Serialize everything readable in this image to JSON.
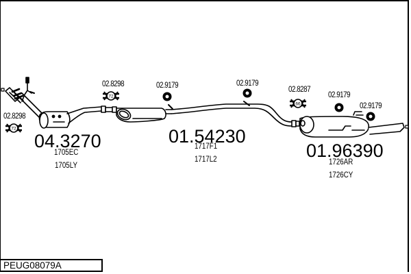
{
  "diagram": {
    "title_code": "PEUG08079A",
    "parts": [
      {
        "id": "catalytic-converter",
        "part_number": "04.3270",
        "refs": [
          "1705EC",
          "1705LY"
        ]
      },
      {
        "id": "middle-silencer",
        "part_number": "01.54230",
        "refs": [
          "1717F1",
          "1717L2"
        ]
      },
      {
        "id": "rear-silencer",
        "part_number": "01.96390",
        "refs": [
          "1726AR",
          "1726CY"
        ]
      }
    ],
    "accessories": [
      {
        "id": "clamp-front-left",
        "code": "02.8298",
        "icon": "clamp-icon",
        "badge": "72"
      },
      {
        "id": "clamp-front",
        "code": "02.8298",
        "icon": "clamp-icon",
        "badge": "72"
      },
      {
        "id": "hanger-1",
        "code": "02.9179",
        "icon": "rubber-hanger-icon"
      },
      {
        "id": "hanger-2",
        "code": "02.9179",
        "icon": "rubber-hanger-icon"
      },
      {
        "id": "clamp-rear",
        "code": "02.8287",
        "icon": "clamp-icon",
        "badge": "66"
      },
      {
        "id": "hanger-3",
        "code": "02.9179",
        "icon": "rubber-hanger-icon"
      },
      {
        "id": "hanger-4",
        "code": "02.9179",
        "icon": "rubber-hanger-icon"
      }
    ]
  }
}
